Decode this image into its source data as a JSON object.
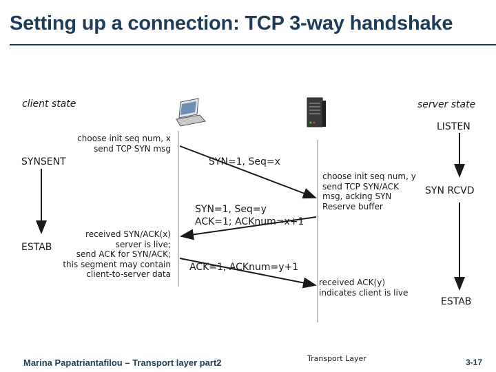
{
  "title": "Setting up a connection: TCP 3-way handshake",
  "client": {
    "label": "client state",
    "states": [
      "SYNSENT",
      "ESTAB"
    ]
  },
  "server": {
    "label": "server state",
    "states": [
      "LISTEN",
      "SYN RCVD",
      "ESTAB"
    ]
  },
  "notes": {
    "client_init": [
      "choose init seq num, x",
      "send TCP SYN msg"
    ],
    "client_recv": [
      "received SYN/ACK(x)",
      "server is live;",
      "send ACK for SYN/ACK;",
      "this segment may contain",
      "client-to-server data"
    ],
    "server_init": [
      "choose init seq num, y",
      "send TCP SYN/ACK",
      "msg, acking SYN",
      "Reserve buffer"
    ],
    "server_recv": [
      "received ACK(y)",
      "indicates client is live"
    ]
  },
  "messages": {
    "syn": "SYN=1, Seq=x",
    "synack_1": "SYN=1, Seq=y",
    "synack_2": "ACK=1; ACKnum=x+1",
    "ack": "ACK=1, ACKnum=y+1"
  },
  "footer": {
    "left": "Marina Papatriantafilou – Transport layer part2",
    "center": "Transport Layer",
    "right": "3-17"
  },
  "colors": {
    "title": "#1f3b57",
    "arrow": "#1a1a1a"
  }
}
